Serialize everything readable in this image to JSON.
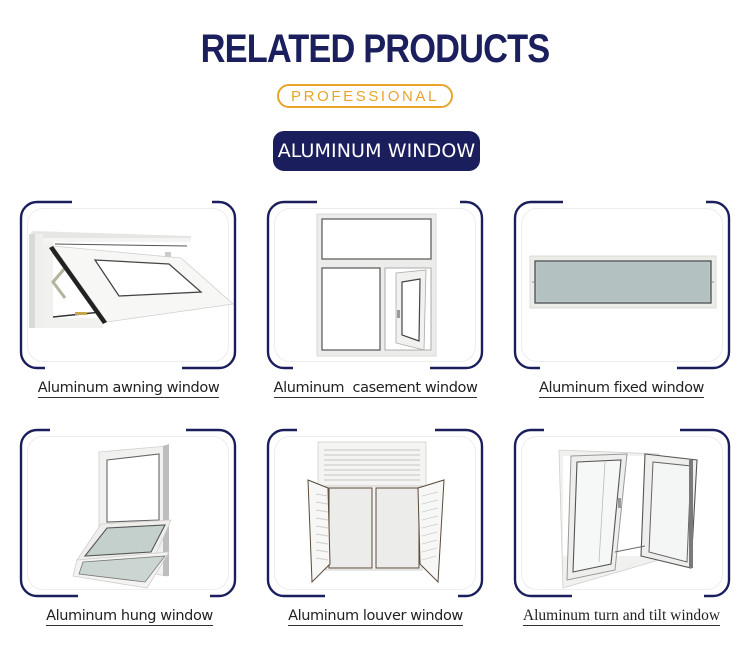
{
  "header": {
    "title": "RELATED PRODUCTS",
    "subtitle": "PROFESSIONAL",
    "category": "ALUMINUM WINDOW"
  },
  "colors": {
    "navy": "#1a1e5c",
    "gold": "#e8a52a",
    "glass": "#b9c6c6",
    "frame": "#f2f2f0"
  },
  "products": [
    {
      "label": "Aluminum awning window",
      "image": "awning-window-image"
    },
    {
      "label": "Aluminum  casement window",
      "image": "casement-window-image"
    },
    {
      "label": "Aluminum fixed window",
      "image": "fixed-window-image"
    },
    {
      "label": "Aluminum hung window",
      "image": "hung-window-image"
    },
    {
      "label": "Aluminum louver window",
      "image": "louver-window-image"
    },
    {
      "label": "Aluminum turn and tilt window",
      "image": "turn-and-tilt-window-image"
    }
  ]
}
